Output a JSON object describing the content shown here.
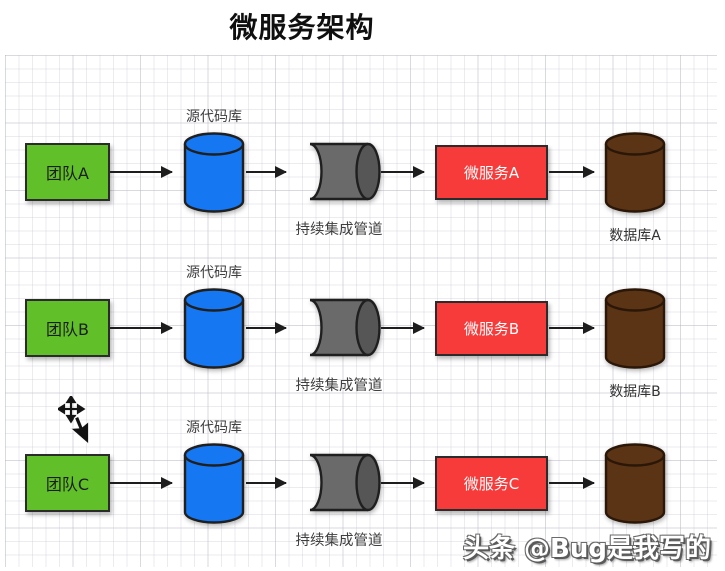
{
  "title": "微服务架构",
  "watermark": "头条 @Bug是我写的",
  "labels": {
    "source_repo": "源代码库",
    "ci_pipeline": "持续集成管道"
  },
  "rows": [
    {
      "team": "团队A",
      "service": "微服务A",
      "database": "数据库A"
    },
    {
      "team": "团队B",
      "service": "微服务B",
      "database": "数据库B"
    },
    {
      "team": "团队C",
      "service": "微服务C",
      "database": ""
    }
  ],
  "colors": {
    "team_green": "#61c02a",
    "repo_blue": "#1677f2",
    "pipeline_gray": "#6a6a6a",
    "pipeline_cap_gray": "#565656",
    "service_red": "#f73b3b",
    "database_brown": "#5b3315",
    "outline": "#1f1f1f"
  }
}
